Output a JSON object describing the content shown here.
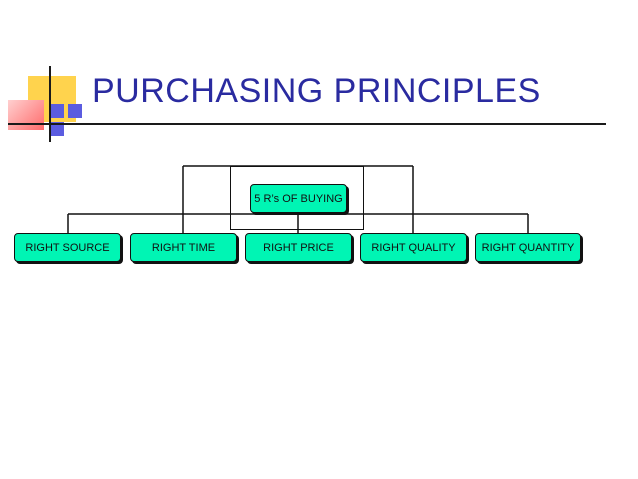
{
  "title": "PURCHASING PRINCIPLES",
  "diagram": {
    "root": {
      "label": "5 R’s  OF BUYING"
    },
    "children": [
      {
        "label": "RIGHT SOURCE"
      },
      {
        "label": "RIGHT TIME"
      },
      {
        "label": "RIGHT PRICE"
      },
      {
        "label": "RIGHT QUALITY"
      },
      {
        "label": "RIGHT QUANTITY"
      }
    ]
  },
  "colors": {
    "title": "#2a2ba0",
    "node_fill": "#00f5b4",
    "deco_yellow": "#ffd34d",
    "deco_red": "#ff6b6b",
    "deco_blue": "#5b5ce0"
  }
}
